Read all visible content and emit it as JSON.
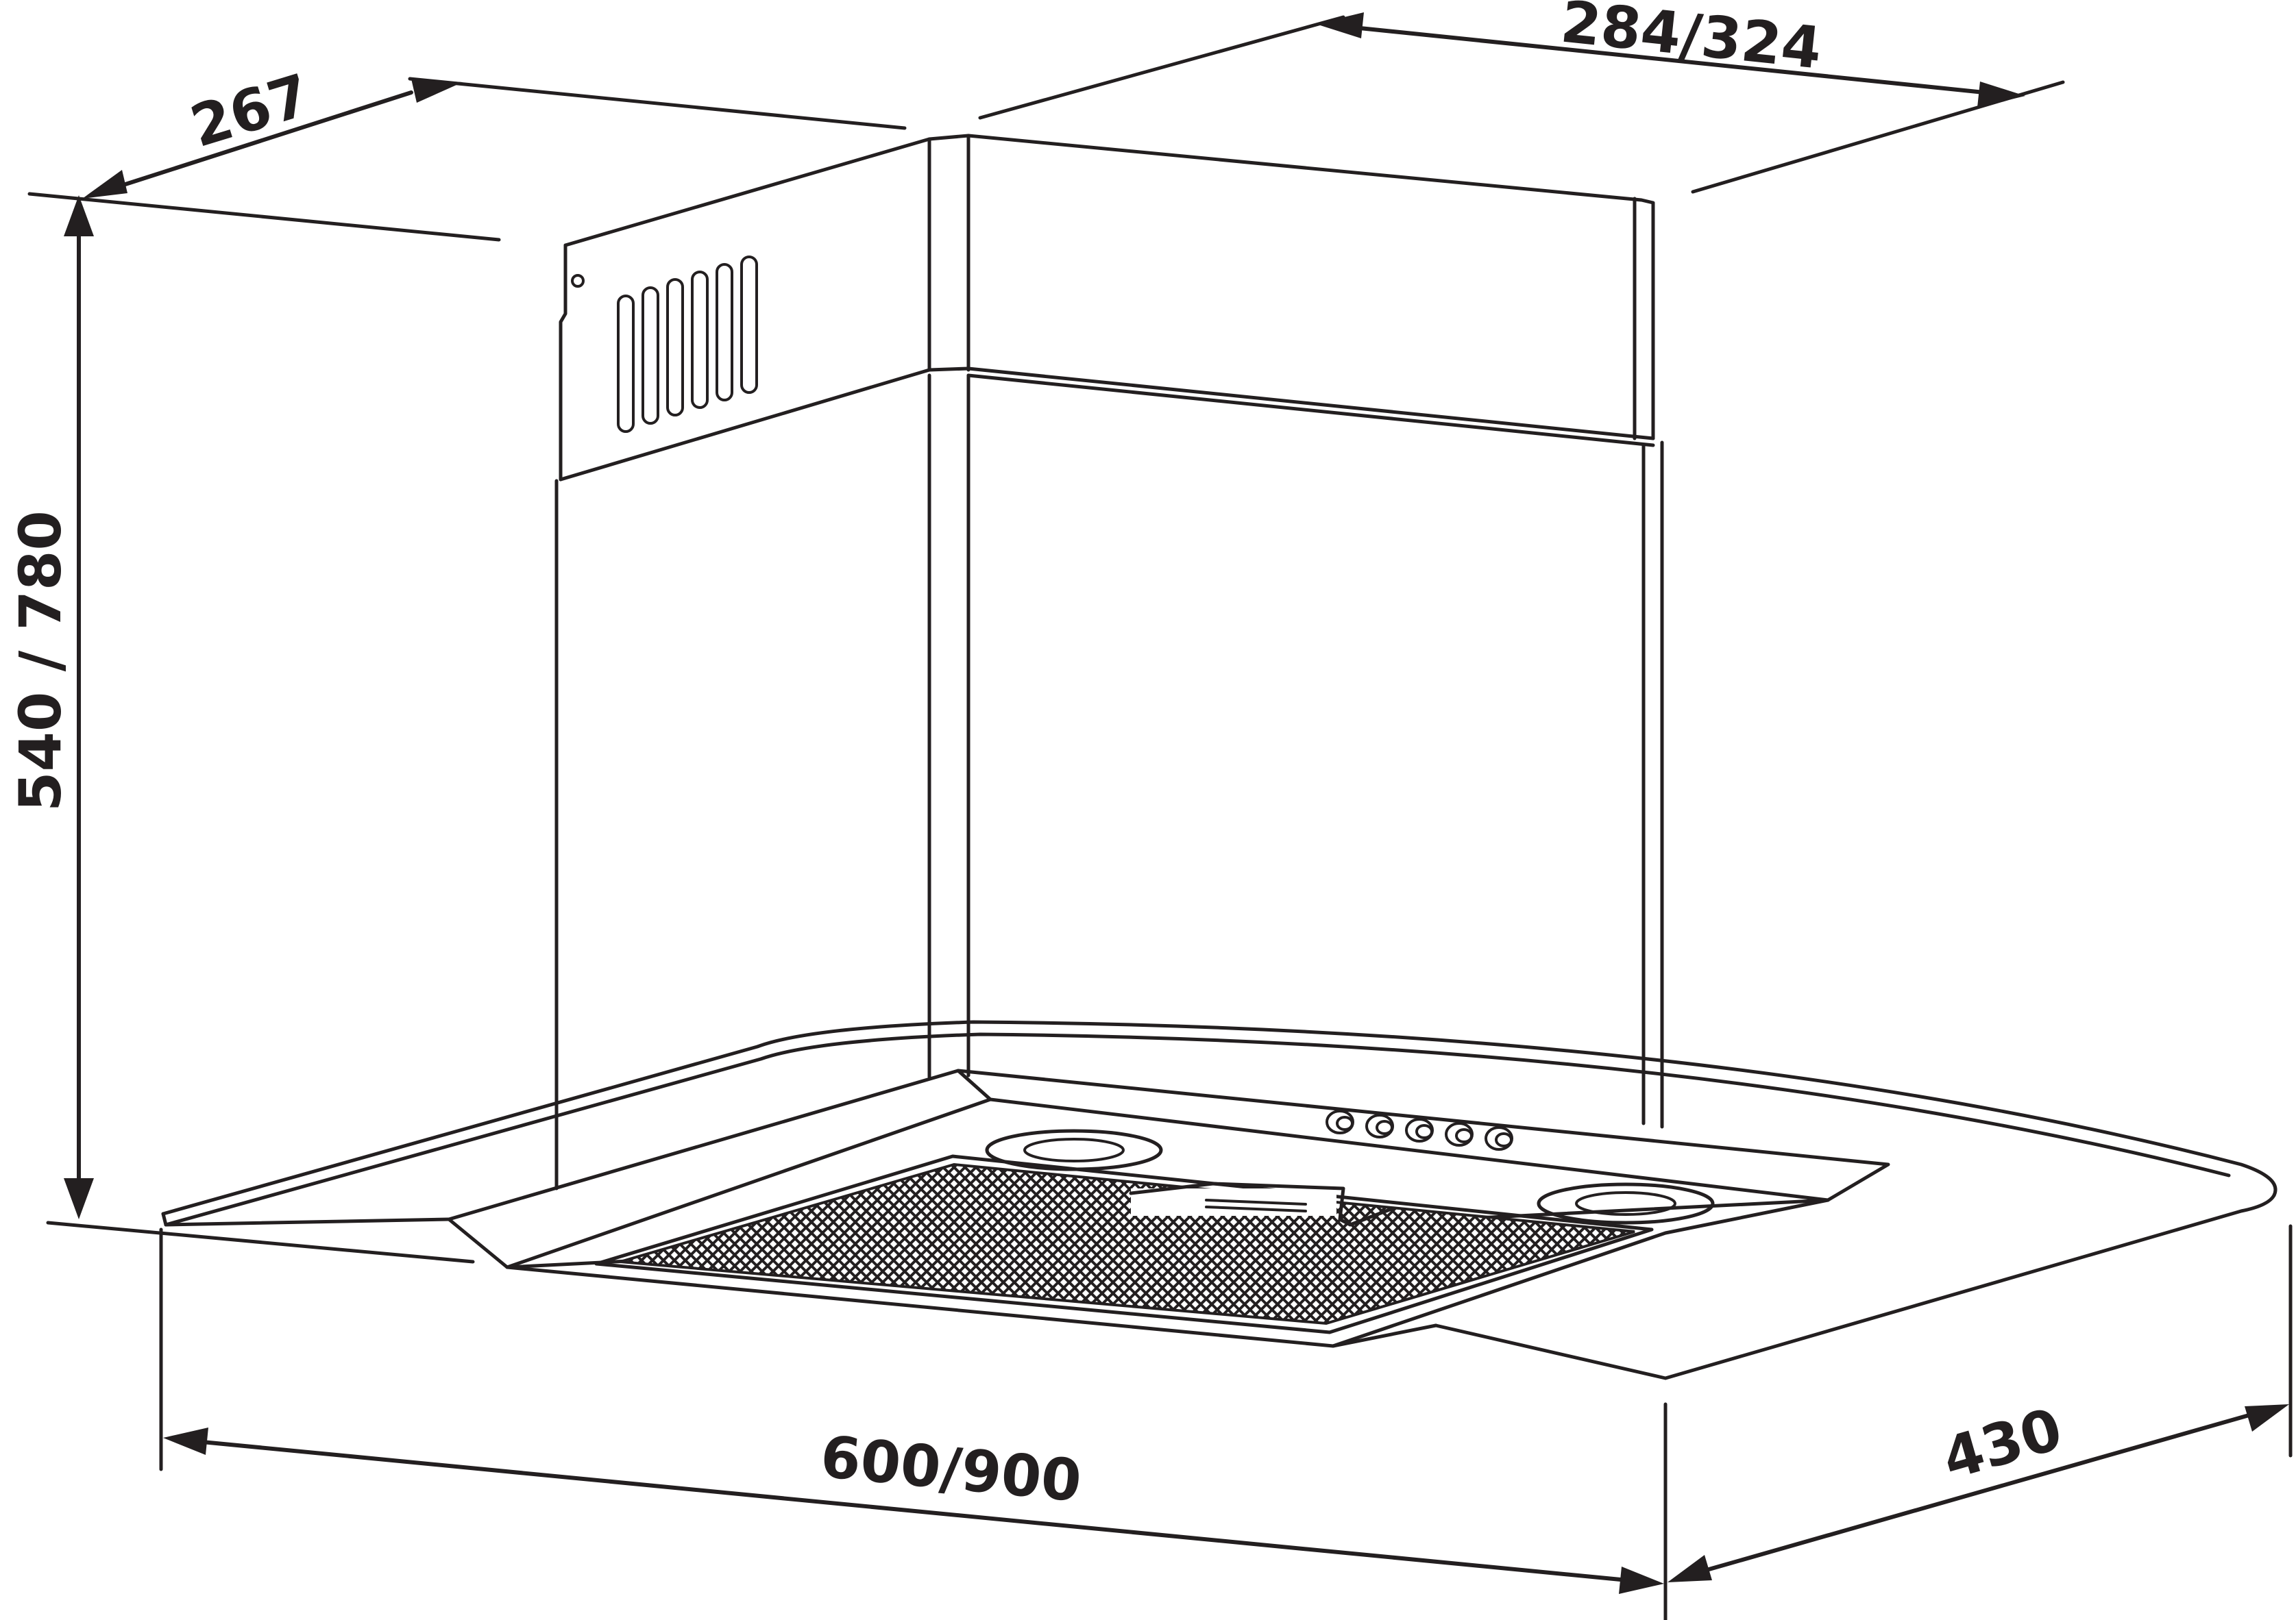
{
  "dimensions": {
    "chimney_depth": "267",
    "chimney_width": "284/324",
    "height": "540 / 780",
    "hood_width": "600/900",
    "hood_depth": "430"
  },
  "colors": {
    "line": "#231f20",
    "background": "#ffffff"
  }
}
